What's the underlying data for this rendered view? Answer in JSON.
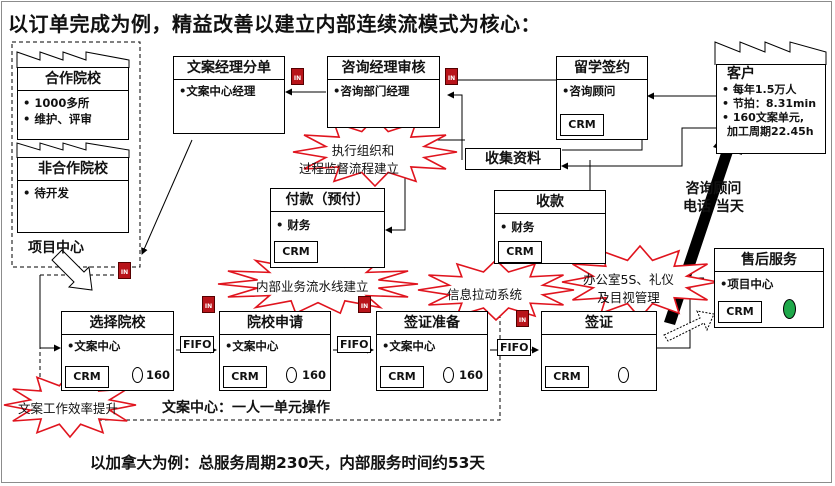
{
  "title": "以订单完成为例，精益改善以建立内部连续流模式为核心：",
  "footer": "以加拿大为例：总服务周期230天，内部服务时间约53天",
  "project_center": {
    "label": "项目中心",
    "partner_school": {
      "title": "合作院校",
      "lines": [
        "• 1000多所",
        "• 维护、评审"
      ]
    },
    "nonpartner_school": {
      "title": "非合作院校",
      "lines": [
        "• 待开发"
      ]
    }
  },
  "copy_manager": {
    "title": "文案经理分单",
    "line": "•文案中心经理"
  },
  "consult_manager": {
    "title": "咨询经理审核",
    "line": "•咨询部门经理"
  },
  "study_sign": {
    "title": "留学签约",
    "line": "•咨询顾问",
    "crm": "CRM"
  },
  "customer": {
    "title": "客户",
    "lines": [
      "• 每年1.5万人",
      "• 节拍：8.31min",
      "• 160文案单元,",
      "加工周期22.45h"
    ]
  },
  "collect": {
    "label": "收集资料"
  },
  "payment": {
    "title": "付款（预付）",
    "line": "• 财务",
    "crm": "CRM"
  },
  "receipt": {
    "title": "收款",
    "line": "• 财务",
    "crm": "CRM"
  },
  "after_sales": {
    "title": "售后服务",
    "line": "•项目中心",
    "crm": "CRM"
  },
  "phone_label": [
    "咨询顾问",
    "电话 当天"
  ],
  "process": [
    {
      "title": "选择院校",
      "line": "•文案中心",
      "crm": "CRM",
      "count": "160"
    },
    {
      "title": "院校申请",
      "line": "•文案中心",
      "crm": "CRM",
      "count": "160"
    },
    {
      "title": "签证准备",
      "line": "•文案中心",
      "crm": "CRM",
      "count": "160"
    },
    {
      "title": "签证",
      "line": "",
      "crm": "CRM",
      "count": ""
    }
  ],
  "fifo": "FIFO",
  "inventory": "IN",
  "bursts": {
    "b1": [
      "执行组织和",
      "过程监督流程建立"
    ],
    "b2": "内部业务流水线建立",
    "b3": "信息拉动系统",
    "b4": [
      "办公室5S、礼仪",
      "及目视管理"
    ],
    "b5": "文案工作效率提升"
  },
  "copy_center_label": "文案中心：一人一单元操作",
  "colors": {
    "inventory": "#b8141a",
    "burst_stroke": "#e0141e",
    "go_light": "#1fa84a"
  }
}
